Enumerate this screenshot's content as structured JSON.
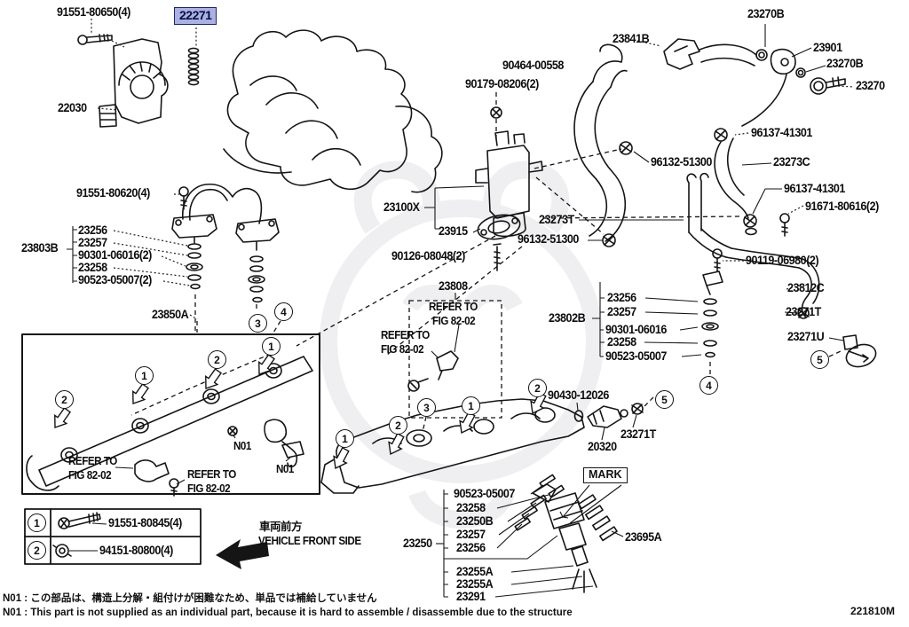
{
  "doc": {
    "code": "221810M"
  },
  "highlight": {
    "part": "22271"
  },
  "parts": {
    "p91551_80650": "91551-80650(4)",
    "p22030": "22030",
    "p23841b": "23841B",
    "p23270b": "23270B",
    "p23901": "23901",
    "p23270b_2": "23270B",
    "p23270": "23270",
    "p90464_00558": "90464-00558",
    "p90179_08206": "90179-08206(2)",
    "p96137_41301": "96137-41301",
    "p96132_51300": "96132-51300",
    "p23273c": "23273C",
    "p96137_41301_2": "96137-41301",
    "p91671_80616": "91671-80616(2)",
    "p23100x": "23100X",
    "p23273t": "23273T",
    "p23915": "23915",
    "p96132_51300_2": "96132-51300",
    "p90126_08048": "90126-08048(2)",
    "p90119_06980": "90119-06980(2)",
    "p23808": "23808",
    "p23812c": "23812C",
    "p23271t": "23271T",
    "p23271u": "23271U",
    "p91551_80620": "91551-80620(4)",
    "p23803b": "23803B",
    "p23850a": "23850A",
    "p23802b": "23802B",
    "p90430_12026": "90430-12026",
    "p20320": "20320",
    "p23271t_2": "23271T",
    "p23250": "23250",
    "p23695a": "23695A",
    "mark": "MARK"
  },
  "lists": {
    "l23803b": [
      "23256",
      "23257",
      "90301-06016(2)",
      "23258",
      "90523-05007(2)"
    ],
    "l23802b": [
      "23256",
      "23257",
      "90301-06016",
      "23258",
      "90523-05007"
    ],
    "l23250": [
      "90523-05007",
      "23258",
      "23250B",
      "23257",
      "23256",
      "23255A",
      "23255A",
      "23291"
    ]
  },
  "refer": {
    "line1": "REFER TO",
    "line2": "FIG 82-02"
  },
  "n01": "N01",
  "callouts": {
    "c1": "1",
    "c2": "2",
    "c3": "3",
    "c4": "4",
    "c5": "5"
  },
  "legend": {
    "rows": [
      {
        "num": "1",
        "part": "91551-80845(4)"
      },
      {
        "num": "2",
        "part": "94151-80800(4)"
      }
    ]
  },
  "front": {
    "jp": "車両前方",
    "en": "VEHICLE FRONT SIDE"
  },
  "notes": {
    "jp": "N01 : この部品は、構造上分解・組付けが困難なため、単品では補給していません",
    "en": "N01 : This part is not supplied as an individual part, because it is hard to assemble / disassemble due to the structure"
  },
  "colors": {
    "line": "#151515",
    "highlight_bg": "#a9b2e3",
    "highlight_border": "#23265e",
    "highlight_text": "#0b0b46"
  }
}
